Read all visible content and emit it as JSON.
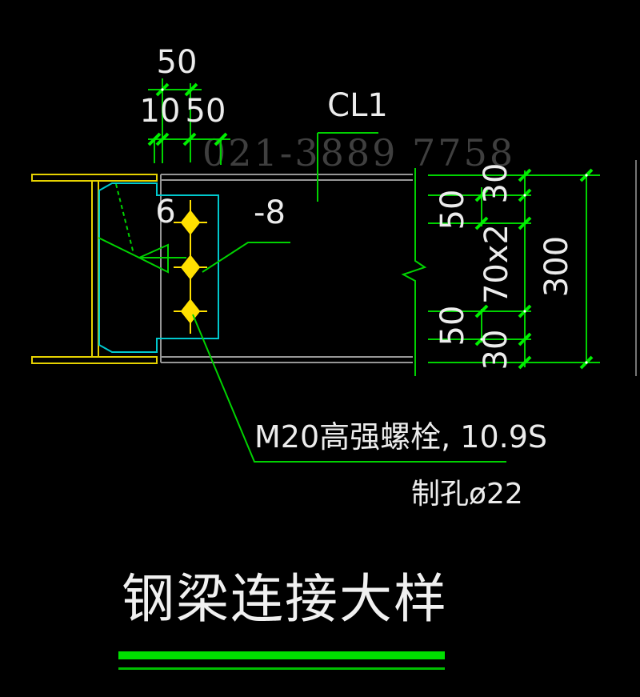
{
  "watermark": {
    "text": "021-3889 7758"
  },
  "labels": {
    "beam": "CL1",
    "plate_thickness": "-8",
    "weld_size": "6"
  },
  "dimensions": {
    "top_upper_chain": {
      "d1": "50"
    },
    "top_lower_chain": {
      "d1": "10",
      "d2": "50"
    },
    "right_chain": {
      "edge_top": "30",
      "gauge_top": "50",
      "bolt_spacing": "70x2",
      "gauge_bottom": "50",
      "edge_bottom": "30",
      "overall_depth": "300"
    }
  },
  "notes": {
    "bolt": "M20高强螺栓, 10.9S",
    "hole": "制孔ø22"
  },
  "title": {
    "text": "钢梁连接大样"
  },
  "colors": {
    "background": "#000000",
    "line_green": "#00d200",
    "tick_green": "#00ee00",
    "member_yellow": "#e6d200",
    "bolt_yellow": "#ffe000",
    "plate_cyan": "#00c8cd",
    "beam_gray": "#969696",
    "text_white": "#ececec",
    "watermark_gray": "#3f3f3f"
  }
}
